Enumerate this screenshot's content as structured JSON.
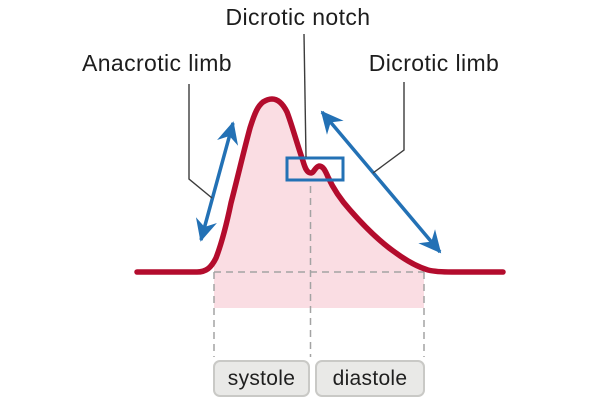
{
  "diagram": {
    "type": "arterial-pressure-waveform",
    "labels": {
      "dicrotic_notch": "Dicrotic notch",
      "anacrotic_limb": "Anacrotic limb",
      "dicrotic_limb": "Dicrotic limb"
    },
    "phases": {
      "systole": "systole",
      "diastole": "diastole"
    },
    "colors": {
      "waveform_red": "#b30c2d",
      "area_pink": "#fadde3",
      "arrow_blue": "#2371b5",
      "notch_box_blue": "#2371b5",
      "dashed_gray": "#a3a3a3",
      "leader_line_gray": "#3c3c3c",
      "phase_box_fill": "#e9e9e7",
      "phase_box_border": "#c9c9c6",
      "text": "#1d1d1d",
      "background": "#ffffff"
    }
  }
}
